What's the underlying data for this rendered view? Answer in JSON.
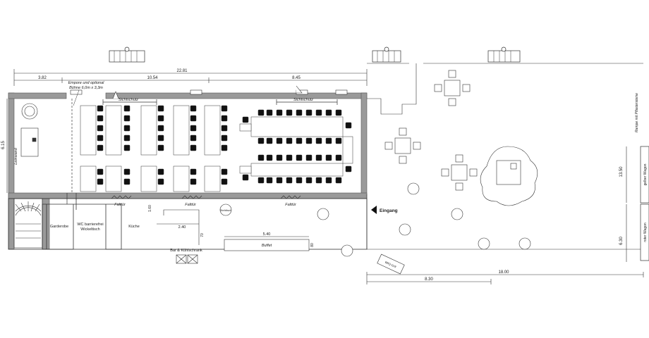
{
  "labels": {
    "stage": [
      "Empore und optional",
      "Bühne 6,0m x 3,3m"
    ],
    "sichtschutz": "Sichtschutz",
    "leinwand": "Leinwand",
    "falttuer": "Falttür",
    "stehtisch": "Stehtisch",
    "eingang": "Eingang",
    "garderobe": "Garderobe",
    "wc": [
      "WC barrierefrei",
      "Wickeltisch"
    ],
    "kueche": "Küche",
    "bar": "Bar & Kühlschrank",
    "buffet": "Buffet",
    "rampe": "Rampe mit Pflastersteine",
    "gelber_wagon": "gelber Wagon",
    "roter_wagon": "roter Wagon",
    "bbq": "BBQ-Grill"
  },
  "dimensions": {
    "total_width": "22.81",
    "left_width": "3.82",
    "mid_width": "10.54",
    "right_width": "8.45",
    "height": "6.15",
    "bar_len": "2.40",
    "bar_depth": "70",
    "buffet_len": "5.40",
    "buffet_depth": "80",
    "wc_dim": "1.60",
    "outdoor_total": "18.00",
    "outdoor_sub": "8.30",
    "side_1": "13.50",
    "side_2": "6.30"
  }
}
